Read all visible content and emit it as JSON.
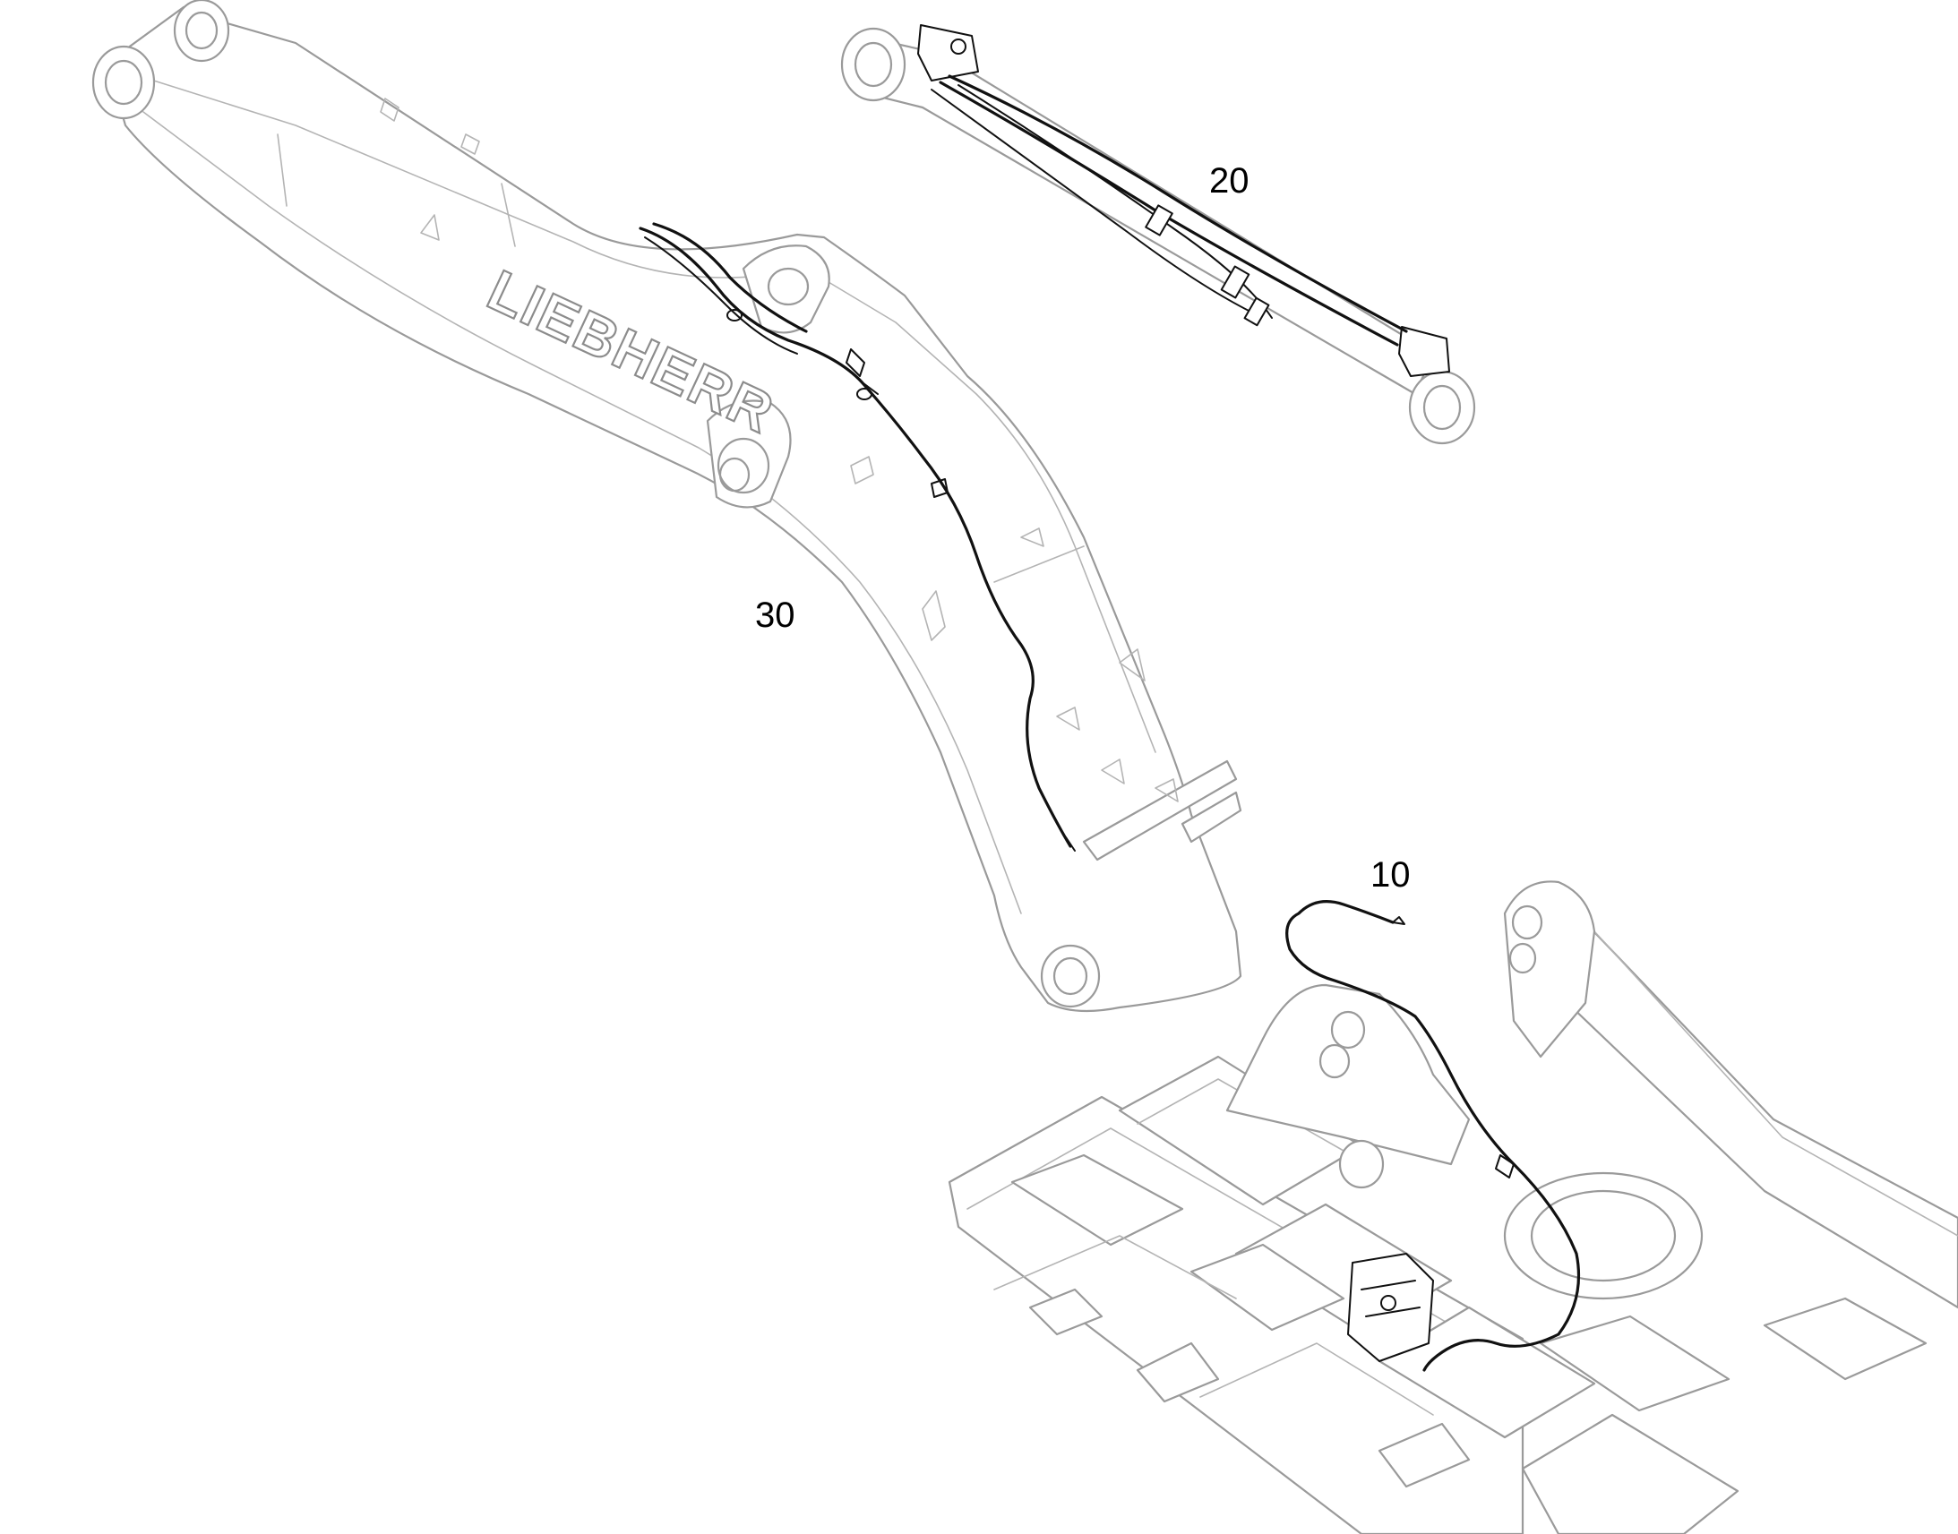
{
  "callouts": {
    "item_10": "10",
    "item_20": "20",
    "item_30": "30"
  },
  "boom_logo": "LIEBHERR",
  "colors": {
    "outline": "#9a9a9a",
    "highlight": "#111111",
    "background": "#ffffff"
  }
}
